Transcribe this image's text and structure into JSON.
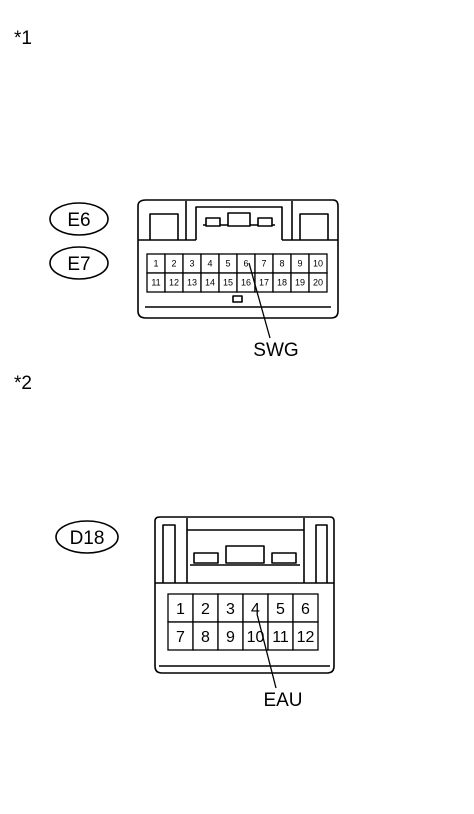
{
  "diagrams": [
    {
      "note": "*1",
      "connectors": [
        "E6",
        "E7"
      ],
      "pins_top": [
        "1",
        "2",
        "3",
        "4",
        "5",
        "6",
        "7",
        "8",
        "9",
        "10"
      ],
      "pins_bottom": [
        "11",
        "12",
        "13",
        "14",
        "15",
        "16",
        "17",
        "18",
        "19",
        "20"
      ],
      "terminal_label": "SWG",
      "terminal_pin": "6"
    },
    {
      "note": "*2",
      "connectors": [
        "D18"
      ],
      "pins_top": [
        "1",
        "2",
        "3",
        "4",
        "5",
        "6"
      ],
      "pins_bottom": [
        "7",
        "8",
        "9",
        "10",
        "11",
        "12"
      ],
      "terminal_label": "EAU",
      "terminal_pin": "4"
    }
  ]
}
